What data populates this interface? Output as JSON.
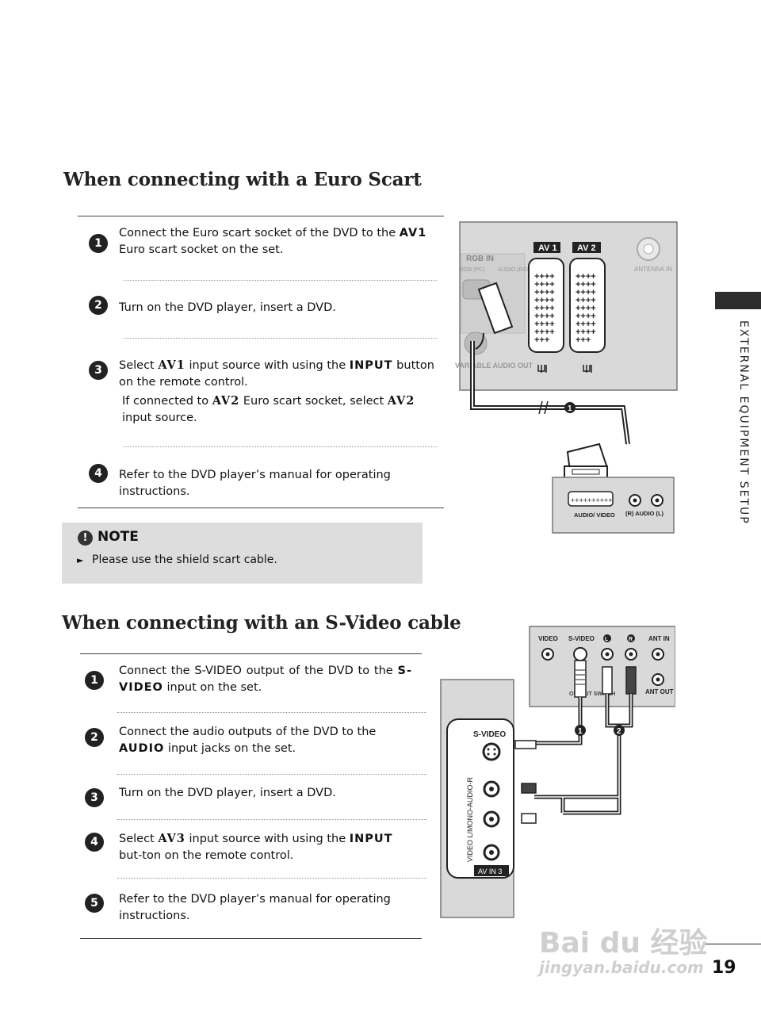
{
  "section1": {
    "title": "When connecting with a Euro Scart",
    "steps": [
      {
        "num": "1",
        "pre": "Connect the Euro scart socket of the DVD to the ",
        "kw": "AV1",
        "post": " Euro scart socket on the set."
      },
      {
        "num": "2",
        "text": "Turn on the DVD player, insert a DVD."
      },
      {
        "num": "3",
        "pre": "Select ",
        "kw": "AV1",
        "post": " input source with using the ",
        "kw2": "INPUT",
        "post2": " button on the remote control.",
        "sub_pre": "If connected to ",
        "sub_kw": "AV2",
        "sub_mid": " Euro scart socket, select ",
        "sub_kw2": "AV2",
        "sub_post": " input source."
      },
      {
        "num": "4",
        "text": "Refer to the DVD player’s manual for operating instructions."
      }
    ]
  },
  "note": {
    "icon": "!",
    "title": "NOTE",
    "bullet": "►",
    "text": "Please use the shield scart cable."
  },
  "section2": {
    "title": "When connecting with an S-Video cable",
    "steps": [
      {
        "num": "1",
        "pre": "Connect the S-VIDEO output of the DVD to the ",
        "kw": "S-VIDEO",
        "post": " input on the set."
      },
      {
        "num": "2",
        "pre": "Connect the audio outputs of the DVD to the ",
        "kw": "AUDIO",
        "post": " input jacks on the set."
      },
      {
        "num": "3",
        "text": "Turn on the DVD player, insert a DVD."
      },
      {
        "num": "4",
        "pre": "Select ",
        "kw": "AV3",
        "post": " input source with using the ",
        "kw2": "INPUT",
        "post2": " but-ton on the remote control."
      },
      {
        "num": "5",
        "text": "Refer to the DVD player’s manual for operating instructions."
      }
    ]
  },
  "sidebar": {
    "label": "EXTERNAL EQUIPMENT SETUP"
  },
  "page_number": "19",
  "diagram1": {
    "av1": "AV 1",
    "av2": "AV 2",
    "rgb_in": "RGB IN",
    "rgb_pc": "RGB (PC)",
    "audio_rgb": "AUDIO (RGB/DVI)",
    "antenna_in": "ANTENNA IN",
    "variable_out": "VARIABLE AUDIO OUT",
    "callout": "1",
    "audio_video": "AUDIO/ VIDEO",
    "r_audio_l": "(R) AUDIO (L)"
  },
  "diagram2": {
    "video": "VIDEO",
    "svideo": "S-VIDEO",
    "l": "L",
    "r": "R",
    "ant_in": "ANT IN",
    "ant_out": "ANT OUT",
    "output_switch": "OUTPUT SWITCH",
    "panel_svideo": "S-VIDEO",
    "vertical_label": "VIDEO L/MONO-AUDIO-R",
    "av_in3": "AV IN 3",
    "callout1": "1",
    "callout2": "2"
  },
  "watermark": {
    "line1": "Bai du 经验",
    "line2": "jingyan.baidu.com"
  }
}
